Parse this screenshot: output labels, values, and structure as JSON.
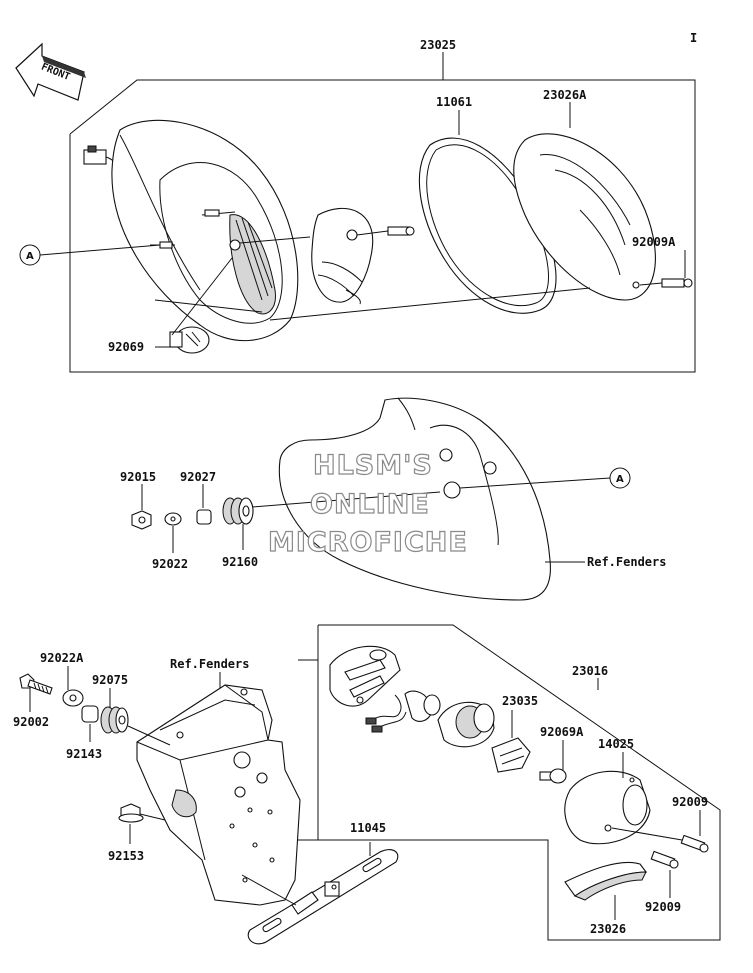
{
  "page_mark": "I",
  "front_arrow": {
    "label": "FRONT"
  },
  "callouts": [
    "A",
    "A"
  ],
  "part_labels": {
    "p23025": "23025",
    "p11061": "11061",
    "p23026A": "23026A",
    "p92009A": "92009A",
    "p92069": "92069",
    "p92015": "92015",
    "p92027": "92027",
    "p92022": "92022",
    "p92160": "92160",
    "ref_fenders_1": "Ref.Fenders",
    "ref_fenders_2": "Ref.Fenders",
    "p92022A": "92022A",
    "p92075": "92075",
    "p92002": "92002",
    "p92143": "92143",
    "p92153": "92153",
    "p23016": "23016",
    "p23035": "23035",
    "p92069A": "92069A",
    "p14025": "14025",
    "p92009_a": "92009",
    "p92009_b": "92009",
    "p11045": "11045",
    "p23026": "23026"
  },
  "watermark": {
    "line1": "HLSM'S",
    "line2": "ONLINE",
    "line3": "MICROFICHE"
  }
}
